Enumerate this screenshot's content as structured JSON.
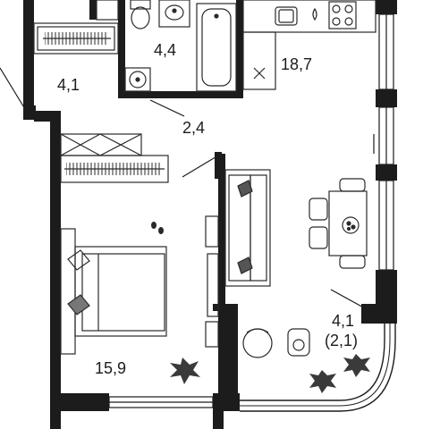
{
  "rooms": [
    {
      "id": "hallway",
      "area": "4,1"
    },
    {
      "id": "bathroom",
      "area": "4,4"
    },
    {
      "id": "kitchen",
      "area": "18,7"
    },
    {
      "id": "corridor",
      "area": "2,4"
    },
    {
      "id": "bedroom",
      "area": "15,9"
    },
    {
      "id": "balcony",
      "area": "4,1",
      "area_reduced": "(2,1)"
    }
  ],
  "colors": {
    "wall": "#1c1c1c",
    "furniture_stroke": "#2a2a2a",
    "accent_green": "#3a3a3a"
  }
}
